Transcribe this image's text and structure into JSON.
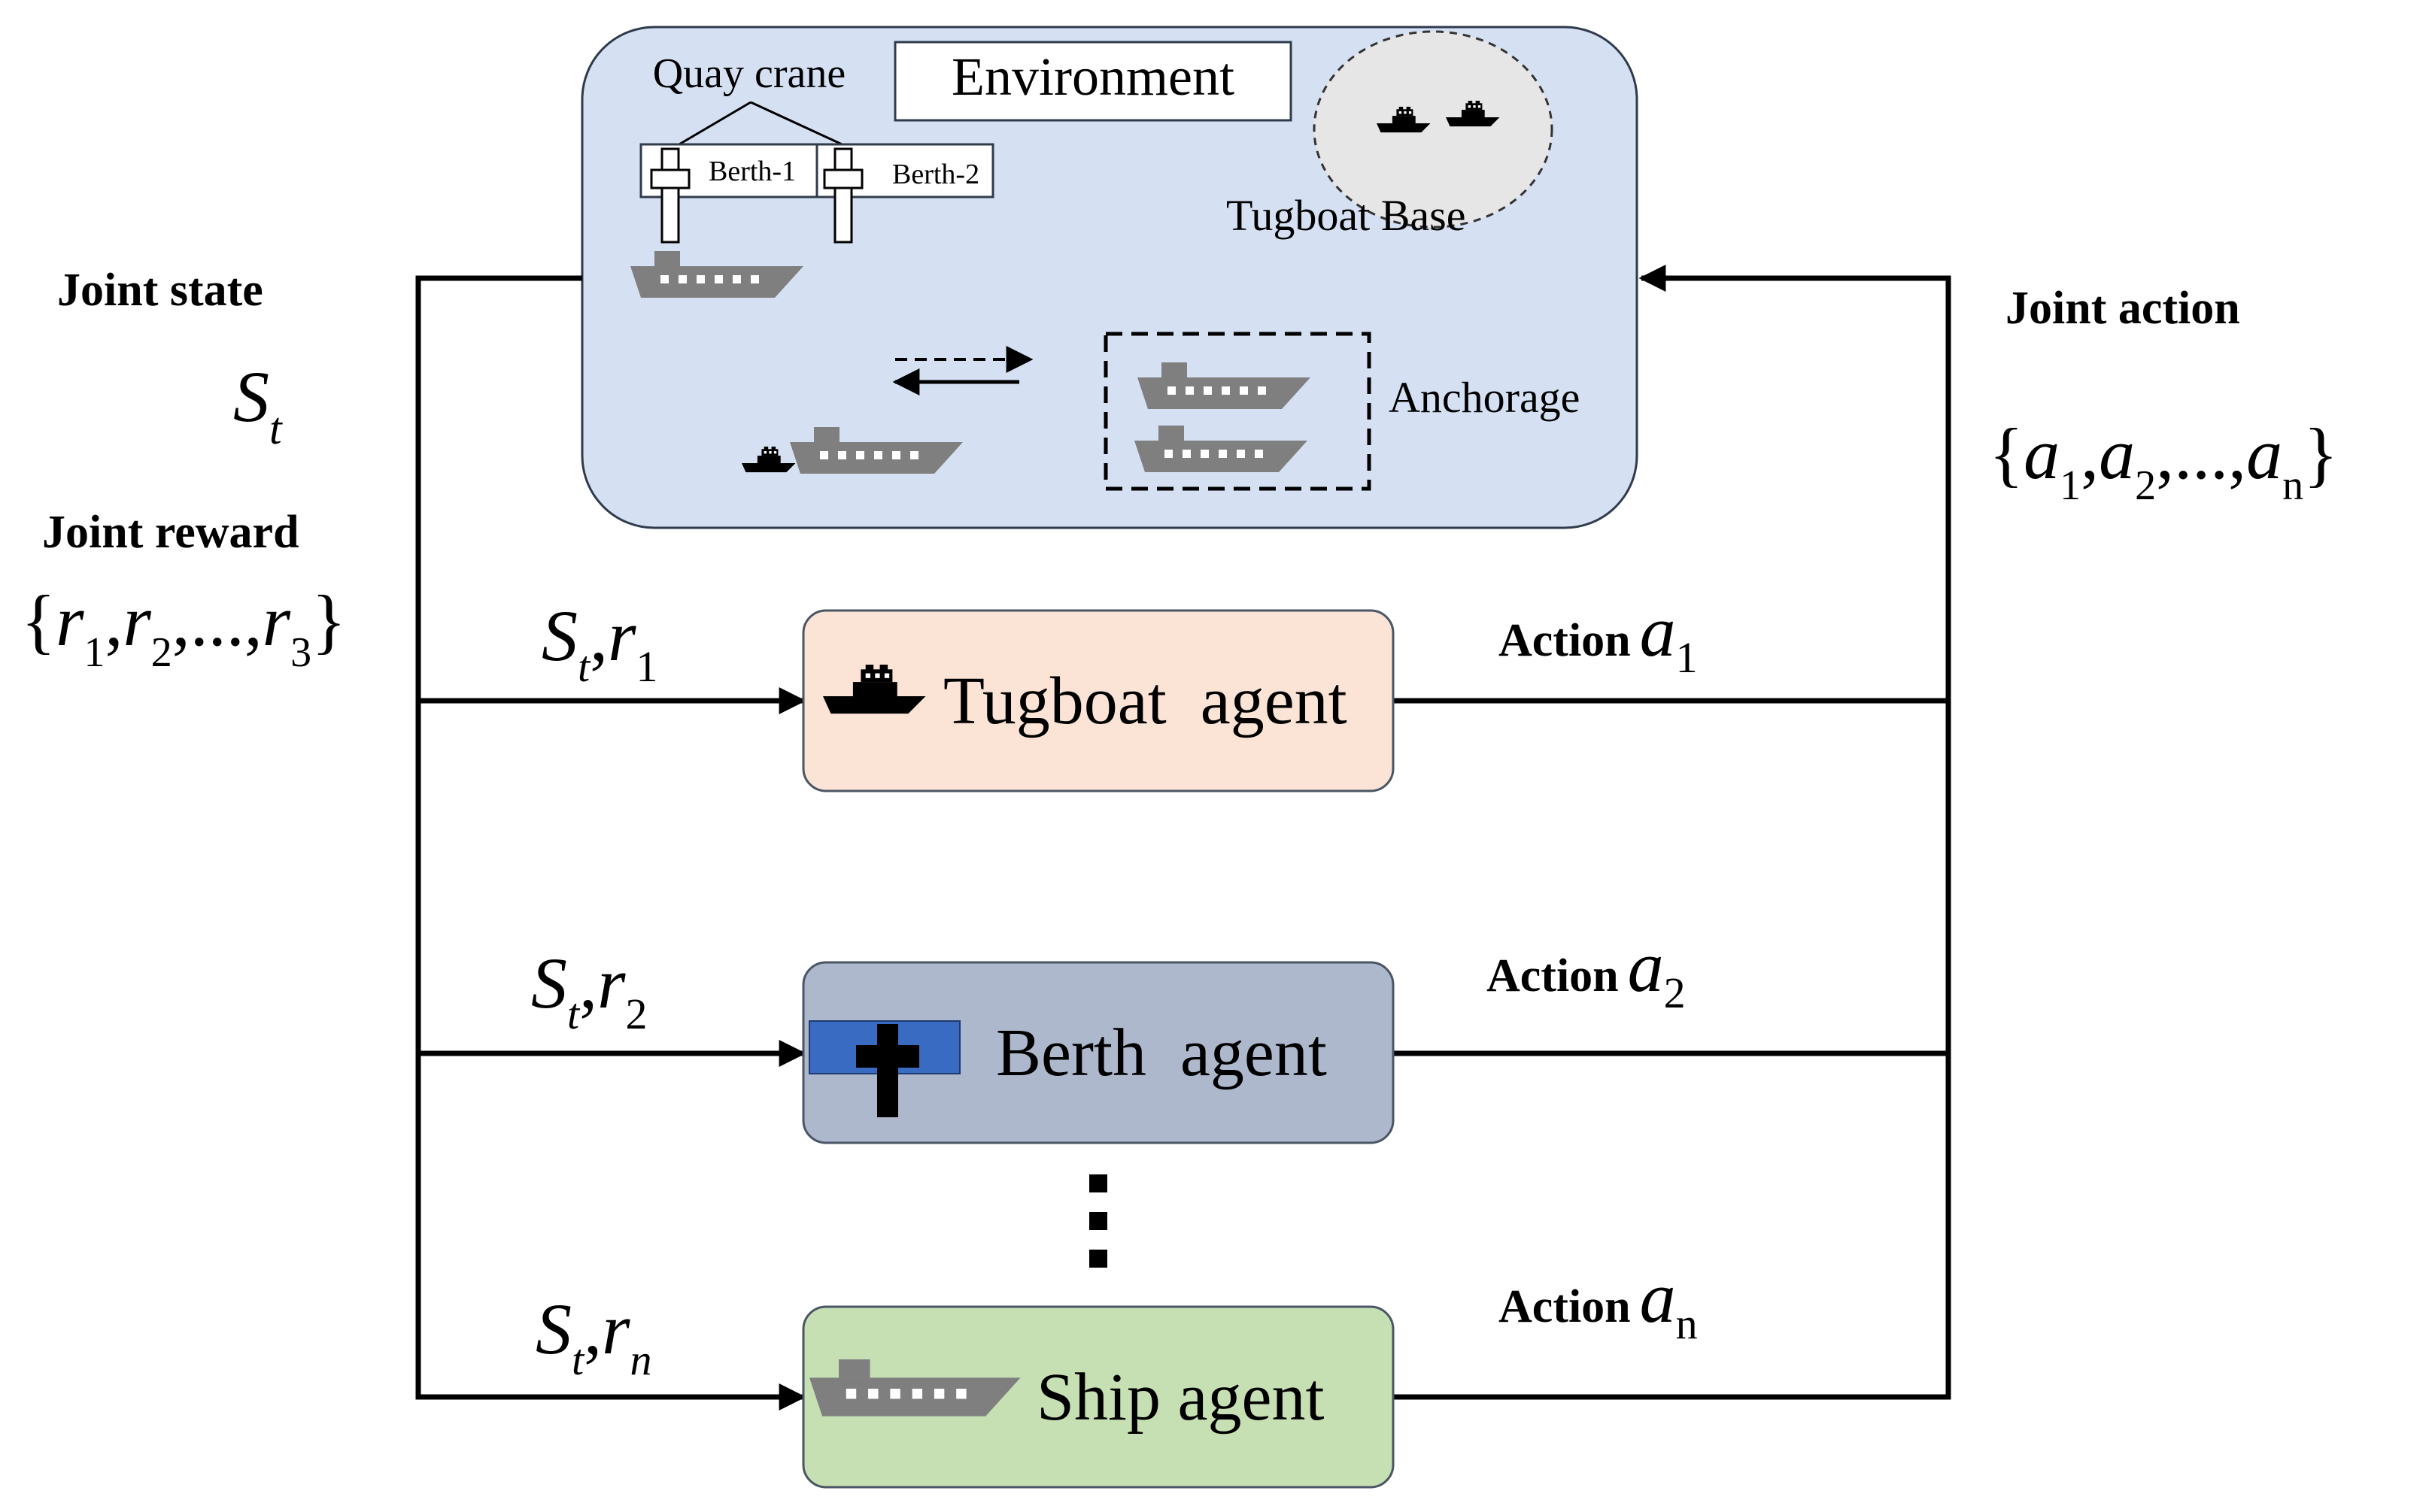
{
  "environment": {
    "title": "Environment",
    "quay_crane_label": "Quay crane",
    "berth_labels": [
      "Berth-1",
      "Berth-2"
    ],
    "tugboat_base_label": "Tugboat Base",
    "anchorage_label": "Anchorage"
  },
  "left": {
    "joint_state_label": "Joint state",
    "joint_state_symbol": {
      "S": "S",
      "sub": "t"
    },
    "joint_reward_label": "Joint reward",
    "joint_reward_set": {
      "open": "{",
      "r": "r",
      "subs": [
        "1",
        "2",
        "3"
      ],
      "ellipsis": "...",
      "close": "}"
    }
  },
  "right": {
    "joint_action_label": "Joint action",
    "joint_action_set": {
      "open": "{",
      "a": "a",
      "subs": [
        "1",
        "2",
        "n"
      ],
      "ellipsis": "...",
      "close": "}"
    }
  },
  "agents": [
    {
      "name": "Tugboat  agent",
      "input": {
        "S": "S",
        "t": "t",
        "r": "r",
        "sub": "1"
      },
      "action_label": "Action",
      "action_symbol": "a",
      "action_sub": "1",
      "fill": "#fbe3d5"
    },
    {
      "name": "Berth  agent",
      "input": {
        "S": "S",
        "t": "t",
        "r": "r",
        "sub": "2"
      },
      "action_label": "Action",
      "action_symbol": "a",
      "action_sub": "2",
      "fill": "#aeb8cd"
    },
    {
      "name": "Ship agent",
      "input": {
        "S": "S",
        "t": "t",
        "r": "r",
        "sub": "n"
      },
      "action_label": "Action",
      "action_symbol": "a",
      "action_sub": "n",
      "fill": "#c6e0b4"
    }
  ],
  "colors": {
    "environment_fill": "#d5e1f3",
    "ship_gray": "#7f7f7f",
    "berth_blue": "#3a6bc2",
    "line": "#000000"
  },
  "icons": [
    "tugboat-icon",
    "ship-icon",
    "berth-crane-icon",
    "arrow-icon"
  ]
}
